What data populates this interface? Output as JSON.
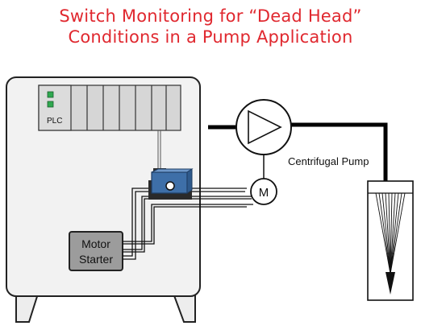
{
  "title": {
    "line1": "Switch Monitoring for “Dead Head”",
    "line2": "Conditions in a Pump Application"
  },
  "labels": {
    "plc": "PLC",
    "motor_starter_line1": "Motor",
    "motor_starter_line2": "Starter",
    "motor": "M",
    "pump": "Centrifugal Pump"
  },
  "colors": {
    "title": "#e0282f",
    "cabinet_fill": "#f2f2f2",
    "plc_fill": "#d6d6d6",
    "led_green": "#2fa84f",
    "sensor_blue": "#3e6fa8",
    "pipe": "#000000"
  }
}
